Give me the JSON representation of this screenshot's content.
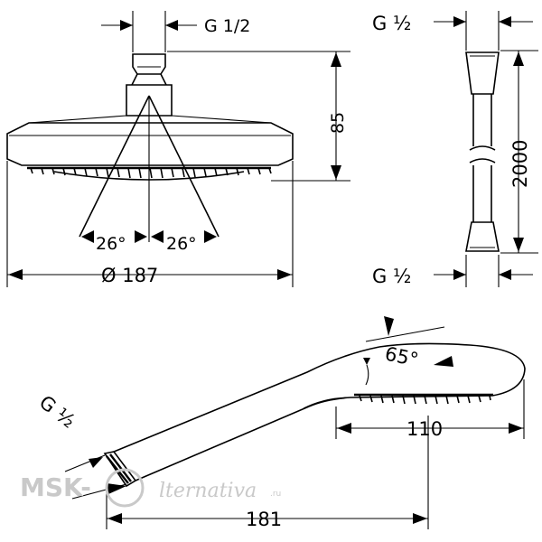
{
  "overhead_shower": {
    "thread_label": "G 1/2",
    "height_label": "85",
    "spray_angle_left": "26°",
    "spray_angle_right": "26°",
    "diameter_label": "Ø 187"
  },
  "hose": {
    "top_thread_label": "G ½",
    "length_label": "2000",
    "bottom_thread_label": "G ½"
  },
  "hand_shower": {
    "tilt_angle_label": "65°",
    "head_length_label": "110",
    "total_length_label": "181",
    "thread_label": "G ½"
  },
  "watermark": {
    "brand": "MSK-",
    "script": "lternativa",
    "suffix": ".ru"
  }
}
